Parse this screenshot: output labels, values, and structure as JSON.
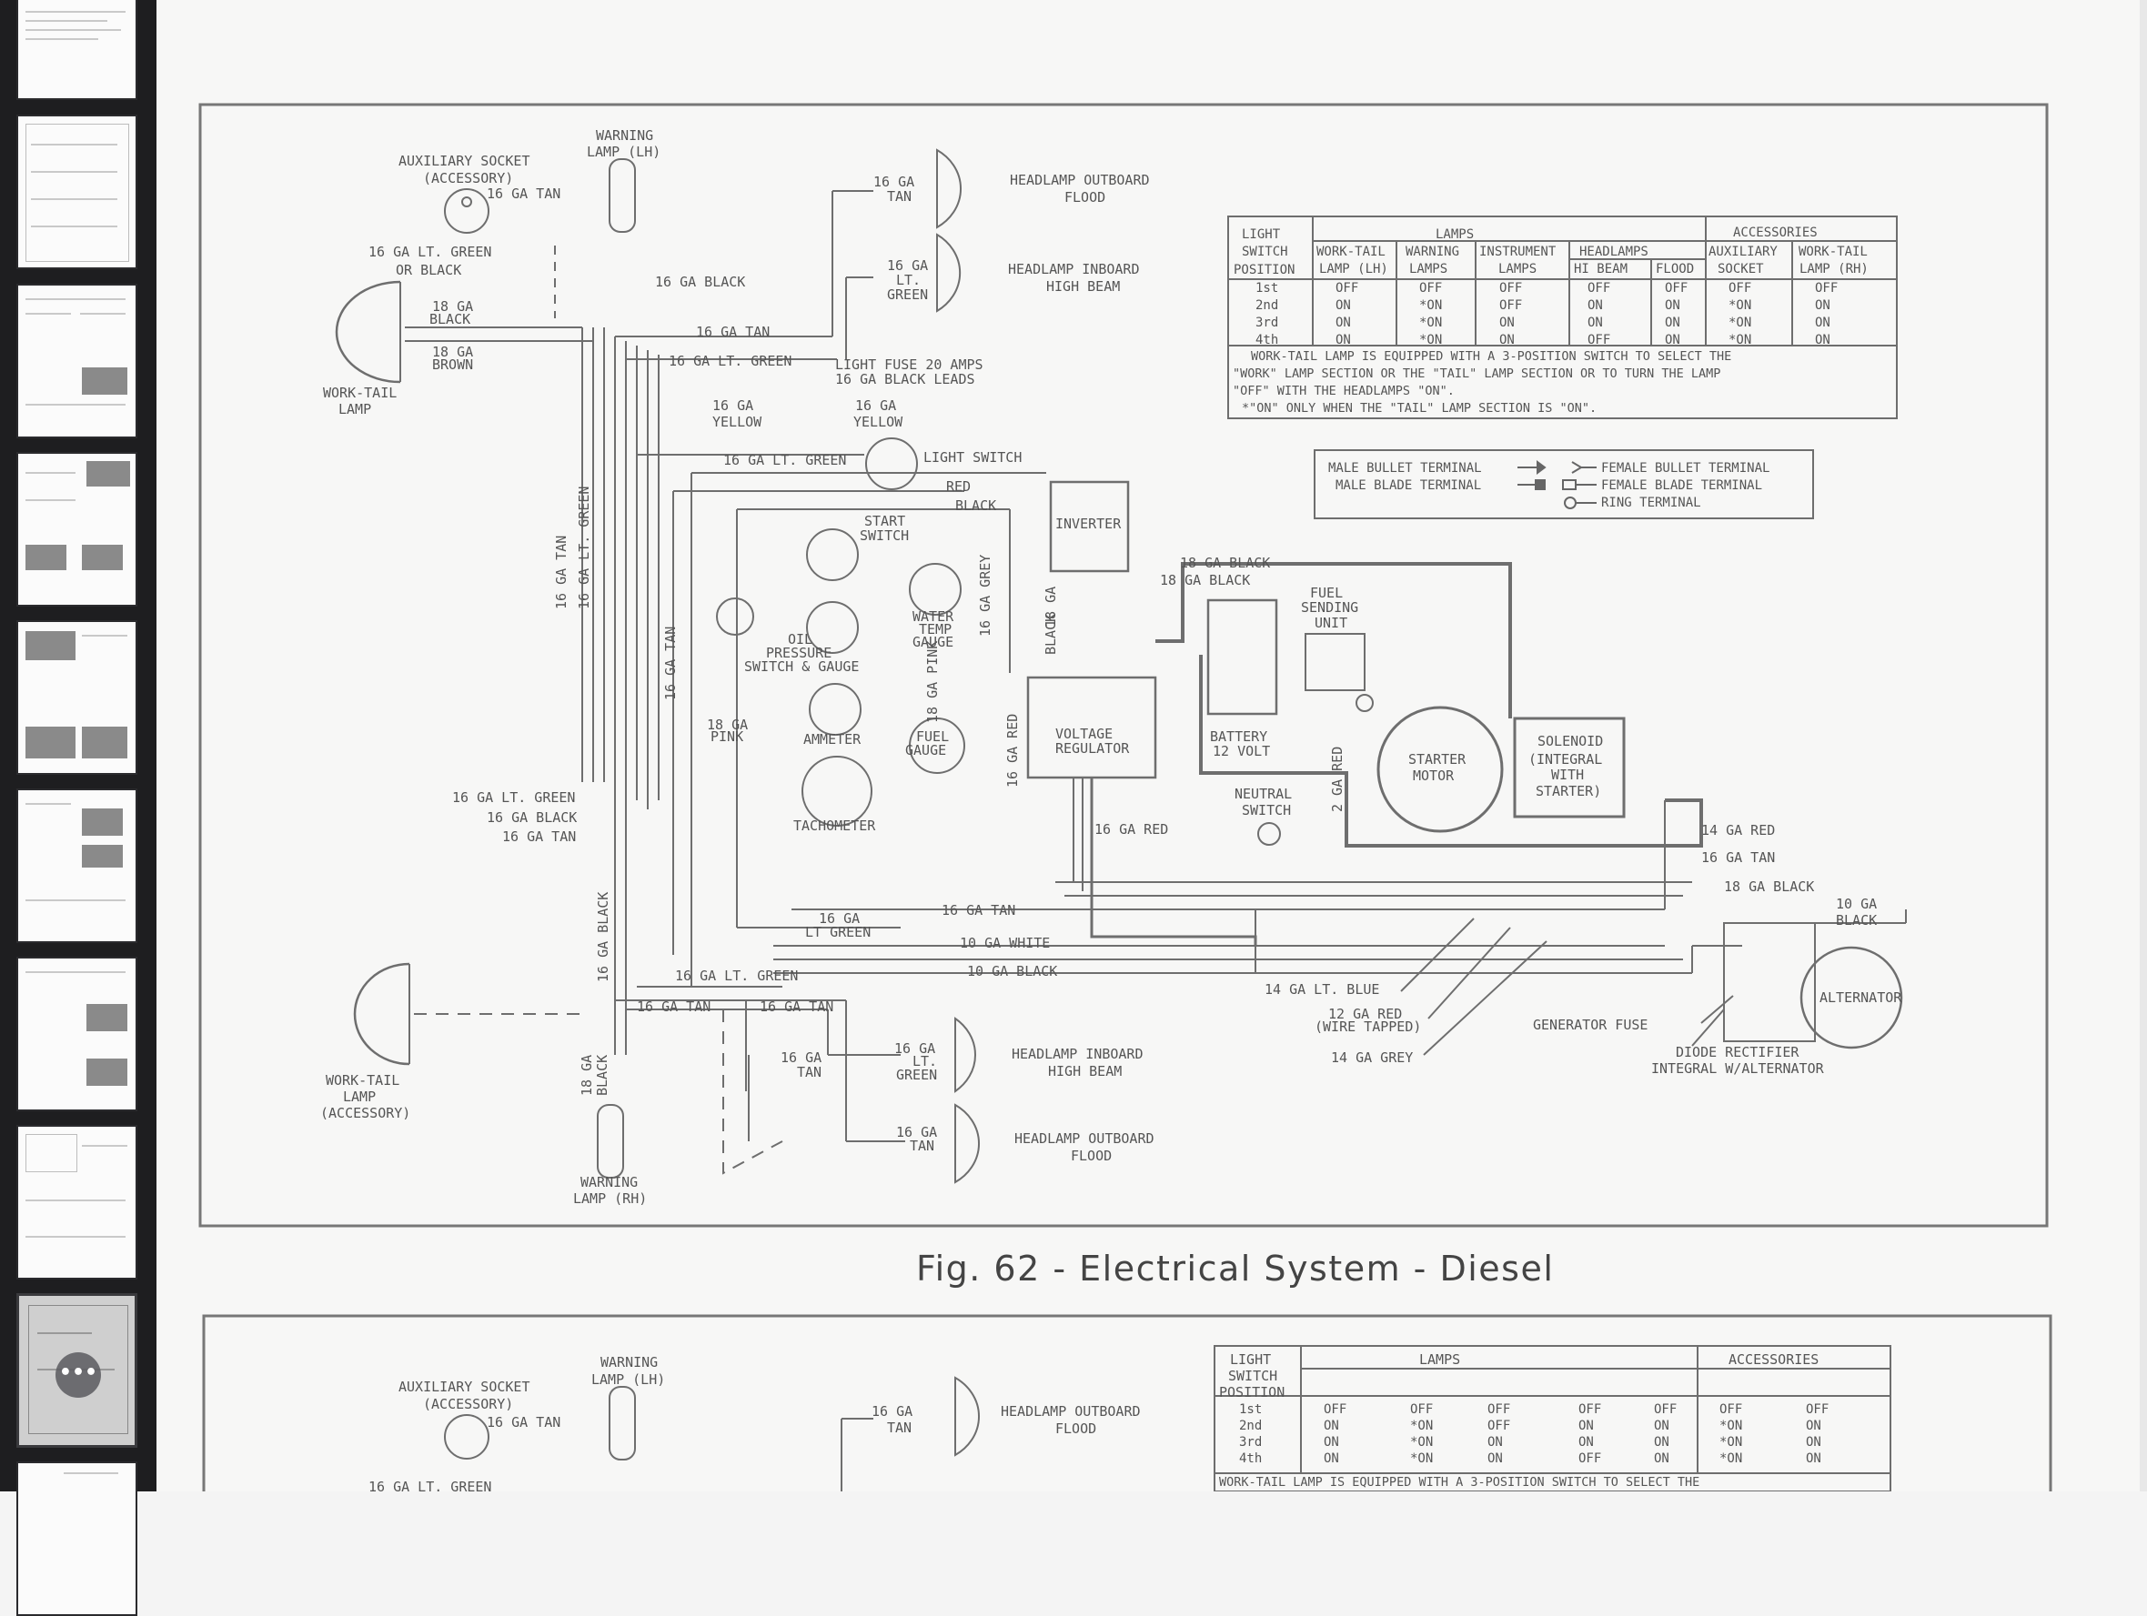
{
  "figure": {
    "caption": "Fig. 62 - Electrical System - Diesel",
    "labels": {
      "aux_socket": [
        "AUXILIARY SOCKET",
        "(ACCESSORY)"
      ],
      "warning_lh": [
        "WARNING",
        "LAMP (LH)"
      ],
      "warning_rh": [
        "WARNING",
        "LAMP (RH)"
      ],
      "work_tail": [
        "WORK-TAIL",
        "LAMP"
      ],
      "work_tail_acc": [
        "WORK-TAIL",
        "LAMP",
        "(ACCESSORY)"
      ],
      "hl_outboard_top": [
        "HEADLAMP OUTBOARD",
        "FLOOD"
      ],
      "hl_inboard_top": [
        "HEADLAMP INBOARD",
        "HIGH BEAM"
      ],
      "hl_inboard_bot": [
        "HEADLAMP INBOARD",
        "HIGH BEAM"
      ],
      "hl_outboard_bot": [
        "HEADLAMP OUTBOARD",
        "FLOOD"
      ],
      "light_fuse": [
        "LIGHT FUSE 20 AMPS",
        "16 GA BLACK LEADS"
      ],
      "light_switch": "LIGHT SWITCH",
      "inverter": "INVERTER",
      "start_switch": [
        "START",
        "SWITCH"
      ],
      "oil_pressure": [
        "OIL",
        "PRESSURE",
        "SWITCH & GAUGE"
      ],
      "water_temp": [
        "WATER",
        "TEMP",
        "GAUGE"
      ],
      "ammeter": "AMMETER",
      "fuel_gauge": [
        "FUEL",
        "GAUGE"
      ],
      "tachometer": "TACHOMETER",
      "voltage_regulator": [
        "VOLTAGE",
        "REGULATOR"
      ],
      "battery": [
        "BATTERY",
        "12 VOLT"
      ],
      "fuel_sending": [
        "FUEL",
        "SENDING",
        "UNIT"
      ],
      "starter_motor": [
        "STARTER",
        "MOTOR"
      ],
      "solenoid": [
        "SOLENOID",
        "(INTEGRAL",
        "WITH",
        "STARTER)"
      ],
      "neutral_switch": [
        "NEUTRAL",
        "SWITCH"
      ],
      "alternator": "ALTERNATOR",
      "generator_fuse": "GENERATOR FUSE",
      "diode": [
        "DIODE RECTIFIER",
        "INTEGRAL W/ALTERNATOR"
      ],
      "wires": {
        "w1": "16 GA TAN",
        "w2": "16 GA LT. GREEN",
        "w3": "OR BLACK",
        "w4": "16 GA BLACK",
        "w5": "18 GA",
        "w6": "BLACK",
        "w7": "BROWN",
        "w8": "YELLOW",
        "w9": "16 GA LT. GREEN",
        "w10": "RED",
        "w11": "BLACK",
        "w12": "18 GA BLACK",
        "w13": "PINK",
        "w14": "14 GA RED",
        "w15": "16 GA TAN",
        "w16": "18 GA BLACK",
        "w17": "10 GA",
        "w18": "10 GA WHITE",
        "w19": "10 GA BLACK",
        "w20": "14 GA LT. BLUE",
        "w21": "12 GA RED",
        "w22": "(WIRE TAPPED)",
        "w23": "14 GA GREY",
        "w24": "16 GA RED",
        "w25": "LT GREEN",
        "w26": "16 GA",
        "w27": "TAN",
        "w28": "LT.",
        "w29": "GREEN",
        "w30": "16 GA BLACK",
        "w31": "16 GA TAN",
        "w32": "16 GA LT. GREEN",
        "w33": "16 GA TAN",
        "w34": "16 GA BLACK",
        "w35": "16 GA TAN",
        "w36": "16 GA LT. GREEN",
        "w37": "2 GA RED",
        "w38": "16 GA RED",
        "w39": "16 GA GREY",
        "w40": "18 GA PINK",
        "w41": "18 GA",
        "w42": "BLACK",
        "w43": "16 GA LT. GREEN",
        "w44": "LT GREEN"
      }
    },
    "legend": [
      "MALE BULLET TERMINAL",
      "MALE BLADE TERMINAL",
      "FEMALE BULLET TERMINAL",
      "FEMALE BLADE TERMINAL",
      "RING TERMINAL"
    ],
    "table": {
      "group_headers": [
        "LAMPS",
        "ACCESSORIES"
      ],
      "col_light_switch": [
        "LIGHT",
        "SWITCH",
        "POSITION"
      ],
      "cols": [
        [
          "WORK-TAIL",
          "LAMP (LH)"
        ],
        [
          "WARNING",
          "LAMPS"
        ],
        [
          "INSTRUMENT",
          "LAMPS"
        ],
        [
          "HEADLAMPS",
          ""
        ],
        [
          "AUXILIARY",
          "SOCKET"
        ],
        [
          "WORK-TAIL",
          "LAMP (RH)"
        ]
      ],
      "headlamp_sub": [
        "HI BEAM",
        "FLOOD"
      ],
      "rows": [
        [
          "1st",
          "OFF",
          "OFF",
          "OFF",
          "OFF",
          "OFF",
          "OFF",
          "OFF"
        ],
        [
          "2nd",
          "ON",
          "*ON",
          "OFF",
          "ON",
          "ON",
          "*ON",
          "ON"
        ],
        [
          "3rd",
          "ON",
          "*ON",
          "ON",
          "ON",
          "ON",
          "*ON",
          "ON"
        ],
        [
          "4th",
          "ON",
          "*ON",
          "ON",
          "OFF",
          "ON",
          "*ON",
          "ON"
        ]
      ],
      "note": [
        "WORK-TAIL LAMP IS EQUIPPED WITH A 3-POSITION SWITCH TO SELECT THE",
        "\"WORK\" LAMP SECTION OR THE \"TAIL\" LAMP SECTION OR TO TURN THE LAMP",
        "\"OFF\" WITH THE HEADLAMPS \"ON\".",
        "*\"ON\" ONLY WHEN THE \"TAIL\" LAMP SECTION IS \"ON\"."
      ]
    }
  },
  "sidebar": {
    "more_label": "•••"
  }
}
